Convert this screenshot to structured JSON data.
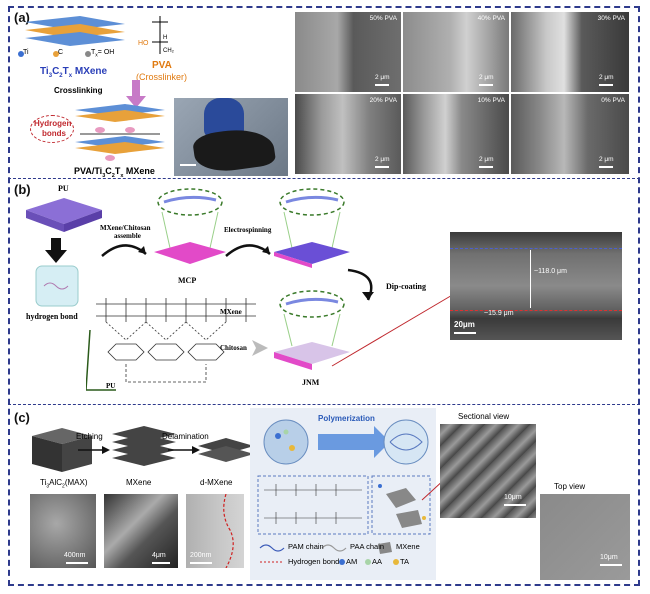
{
  "panel_a": {
    "label": "(a)",
    "legend_ti": "Ti",
    "legend_c": "C",
    "legend_tx": "T",
    "legend_tx_sub": "x",
    "legend_tx_rest": "= OH",
    "mxene_label_pre": "Ti",
    "mxene_label_sub1": "3",
    "mxene_label_mid": "C",
    "mxene_label_sub2": "2",
    "mxene_label_mid2": "T",
    "mxene_label_sub3": "x",
    "mxene_label_post": " MXene",
    "pva_title": "PVA",
    "pva_subtitle": "(Crosslinker)",
    "crosslinking": "Crosslinking",
    "hydrogen_bonds_line1": "Hydrogen",
    "hydrogen_bonds_line2": "bonds",
    "composite_pre": "PVA/Ti",
    "composite_sub1": "3",
    "composite_mid": "C",
    "composite_sub2": "2",
    "composite_mid2": "T",
    "composite_sub3": "x",
    "composite_post": " MXene",
    "sem_images": [
      {
        "label": "50% PVA",
        "scale": "2 μm"
      },
      {
        "label": "40% PVA",
        "scale": "2 μm"
      },
      {
        "label": "30% PVA",
        "scale": "2 μm"
      },
      {
        "label": "20% PVA",
        "scale": "2 μm"
      },
      {
        "label": "10% PVA",
        "scale": "2 μm"
      },
      {
        "label": "0% PVA",
        "scale": "2 μm"
      }
    ]
  },
  "panel_b": {
    "label": "(b)",
    "pu": "PU",
    "hydrogen_bond": "hydrogen bond",
    "step1_line1": "MXene/Chitosan",
    "step1_line2": "assemble",
    "electrospinning": "Electrospinning",
    "mcp": "MCP",
    "dip_coating": "Dip-coating",
    "jnm": "JNM",
    "mxene": "MXene",
    "chitosan": "Chitosan",
    "pu_bottom": "PU",
    "sem_thick": "~118.0 μm",
    "sem_thin": "~15.9 μm",
    "sem_scale": "20μm"
  },
  "panel_c": {
    "label": "(c)",
    "etching": "Etching",
    "delamination": "Delamination",
    "max_pre": "Ti",
    "max_sub1": "3",
    "max_mid": "AlC",
    "max_sub2": "2",
    "max_post": "(MAX)",
    "mxene": "MXene",
    "d_mxene": "d-MXene",
    "scale1": "400nm",
    "scale2": "4μm",
    "scale3": "200nm",
    "polymerization": "Polymerization",
    "legend_pam": "PAM chain",
    "legend_paa": "PAA chain",
    "legend_mxene": "MXene",
    "legend_hbond": "Hydrogen bond",
    "legend_am": "AM",
    "legend_aa": "AA",
    "legend_ta": "TA",
    "sectional_view": "Sectional view",
    "top_view": "Top view",
    "scale_section": "10μm",
    "scale_top": "10μm"
  }
}
